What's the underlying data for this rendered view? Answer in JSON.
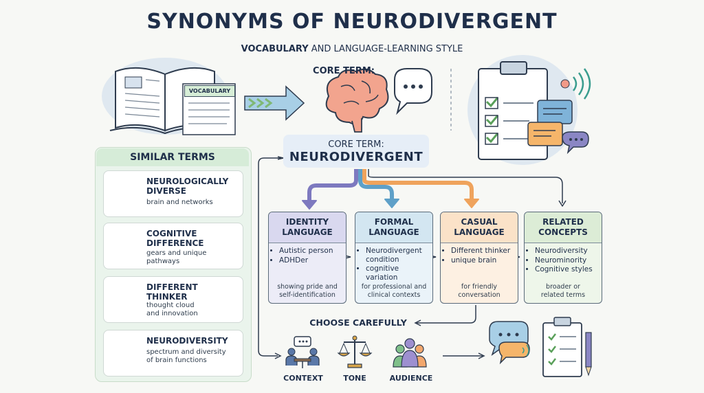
{
  "header": {
    "title": "SYNONYMS OF NEURODIVERGENT",
    "subtitle_bold": "VOCABULARY",
    "subtitle_rest": " AND LANGUAGE-LEARNING STYLE"
  },
  "book": {
    "label": "VOCABULARY"
  },
  "core": {
    "heading": "CORE TERM:",
    "box_label": "CORE TERM:",
    "term": "NEURODIVERGENT"
  },
  "similar": {
    "heading": "SIMILAR TERMS",
    "items": [
      {
        "title_l1": "NEUROLOGICALLY",
        "title_l2": "DIVERSE",
        "desc_l1": "brain and networks",
        "desc_l2": "",
        "icon": "brain-network-icon"
      },
      {
        "title_l1": "COGNITIVE",
        "title_l2": "DIFFERENCE",
        "desc_l1": "gears and unique",
        "desc_l2": "pathways",
        "icon": "gears-icon"
      },
      {
        "title_l1": "DIFFERENT",
        "title_l2": "THINKER",
        "desc_l1": "thought cloud",
        "desc_l2": "and innovation",
        "icon": "thought-cloud-icon"
      },
      {
        "title_l1": "NEURODIVERSITY",
        "title_l2": "",
        "desc_l1": "spectrum and diversity",
        "desc_l2": "of brain functions",
        "icon": "rainbow-brain-icon"
      }
    ]
  },
  "categories": [
    {
      "title_l1": "IDENTITY",
      "title_l2": "LANGUAGE",
      "items": [
        "Autistic person",
        "ADHDer"
      ],
      "desc_l1": "showing pride and",
      "desc_l2": "self-identification",
      "color": "#d9d8ef"
    },
    {
      "title_l1": "FORMAL",
      "title_l2": "LANGUAGE",
      "items": [
        "Neurodivergent condition",
        "cognitive variation"
      ],
      "desc_l1": "for professional and",
      "desc_l2": "clinical contexts",
      "color": "#d3e6f1"
    },
    {
      "title_l1": "CASUAL",
      "title_l2": "LANGUAGE",
      "items": [
        "Different thinker",
        "unique brain"
      ],
      "desc_l1": "for friendly",
      "desc_l2": "conversation",
      "color": "#fbe2c8"
    },
    {
      "title_l1": "RELATED",
      "title_l2": "CONCEPTS",
      "items": [
        "Neurodiversity",
        "Neurominority",
        "Cognitive styles"
      ],
      "desc_l1": "broader or",
      "desc_l2": "related terms",
      "color": "#dcecd6"
    }
  ],
  "choose": {
    "heading": "CHOOSE CAREFULLY",
    "factors": [
      {
        "label": "CONTEXT",
        "icon": "meeting-icon"
      },
      {
        "label": "TONE",
        "icon": "scales-icon"
      },
      {
        "label": "AUDIENCE",
        "icon": "people-icon"
      }
    ]
  },
  "colors": {
    "identity": "#7d79bf",
    "formal": "#5ea0c8",
    "casual": "#efa35c",
    "related": "#7fb874",
    "navy": "#1f2f4a"
  }
}
